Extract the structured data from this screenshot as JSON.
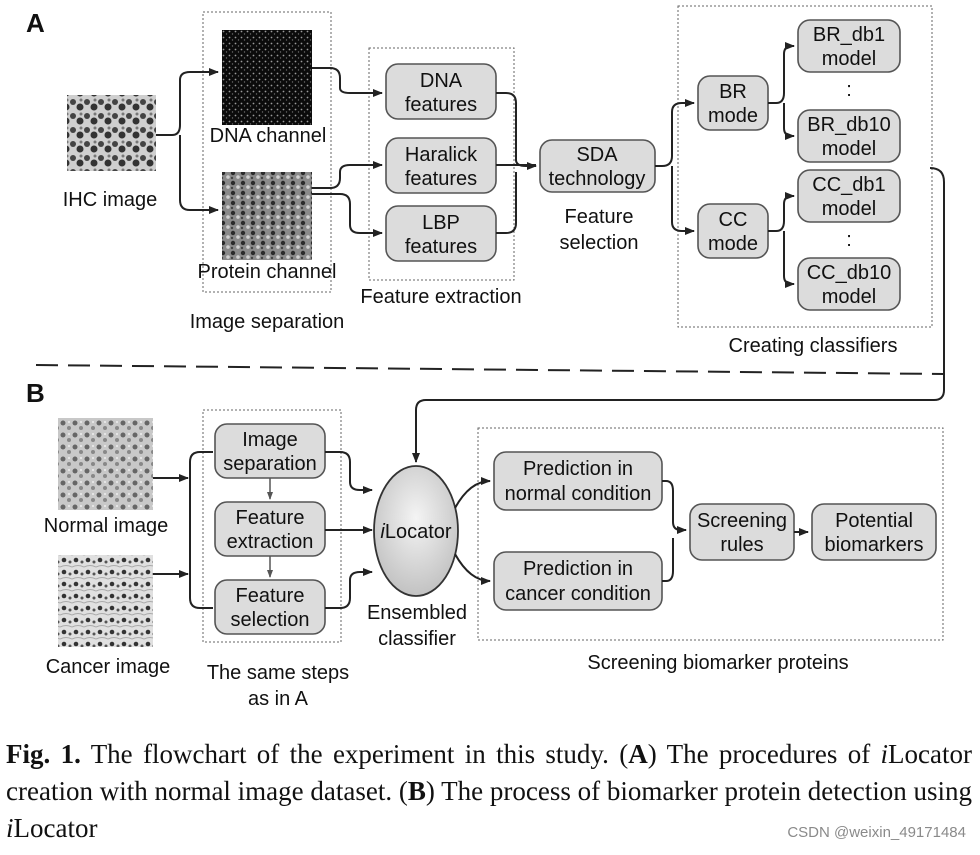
{
  "panel_a": {
    "letter": "A",
    "ihc_image": "IHC image",
    "dna_channel": "DNA channel",
    "protein_channel": "Protein channel",
    "image_separation": "Image separation",
    "dna_features": [
      "DNA",
      "features"
    ],
    "haralick_features": [
      "Haralick",
      "features"
    ],
    "lbp_features": [
      "LBP",
      "features"
    ],
    "feature_extraction": "Feature extraction",
    "sda": [
      "SDA",
      "technology"
    ],
    "feature_selection": [
      "Feature",
      "selection"
    ],
    "br_mode": [
      "BR",
      "mode"
    ],
    "cc_mode": [
      "CC",
      "mode"
    ],
    "br_db1": [
      "BR_db1",
      "model"
    ],
    "br_db10": [
      "BR_db10",
      "model"
    ],
    "cc_db1": [
      "CC_db1",
      "model"
    ],
    "cc_db10": [
      "CC_db10",
      "model"
    ],
    "ellipsis": ":",
    "creating_classifiers": "Creating classifiers"
  },
  "panel_b": {
    "letter": "B",
    "normal_image": "Normal image",
    "cancer_image": "Cancer image",
    "step_image_separation": [
      "Image",
      "separation"
    ],
    "step_feature_extraction": [
      "Feature",
      "extraction"
    ],
    "step_feature_selection": [
      "Feature",
      "selection"
    ],
    "same_steps": [
      "The same steps",
      "as in A"
    ],
    "ilocator_prefix": "i",
    "ilocator_suffix": "Locator",
    "ensembled_classifier": [
      "Ensembled",
      "classifier"
    ],
    "prediction_normal": [
      "Prediction in",
      "normal condition"
    ],
    "prediction_cancer": [
      "Prediction in",
      "cancer condition"
    ],
    "screening_rules": [
      "Screening",
      "rules"
    ],
    "potential_biomarkers": [
      "Potential",
      "biomarkers"
    ],
    "screening_proteins": "Screening biomarker proteins"
  },
  "caption": {
    "fig_label": "Fig. 1.",
    "text_1": " The flowchart of the experiment in this study. (",
    "a_letter": "A",
    "text_2": ") The procedures of ",
    "i_1": "i",
    "text_3": "Locator creation with normal image dataset. (",
    "b_letter": "B",
    "text_4": ") The process of biomarker protein detection using ",
    "i_2": "i",
    "text_5": "Locator"
  },
  "watermark": "CSDN @weixin_49171484"
}
